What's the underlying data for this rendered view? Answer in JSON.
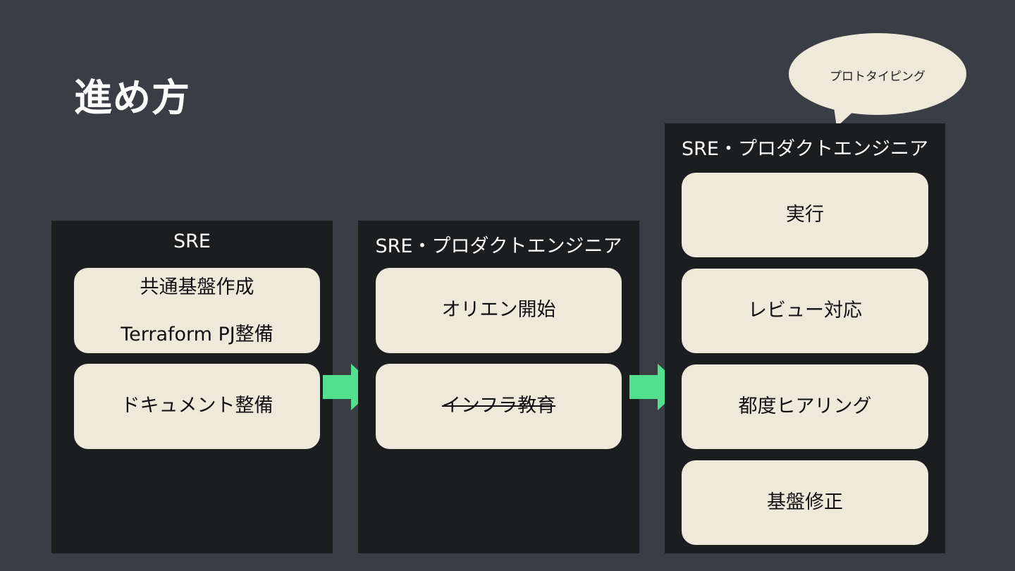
{
  "title": "進め方",
  "bubble": {
    "text": "プロトタイピング"
  },
  "columns": [
    {
      "header": "SRE",
      "cards": [
        {
          "lines": [
            "共通基盤作成",
            "Terraform PJ整備"
          ]
        },
        {
          "lines": [
            "ドキュメント整備"
          ]
        }
      ]
    },
    {
      "header": "SRE・プロダクトエンジニア",
      "cards": [
        {
          "lines": [
            "オリエン開始"
          ]
        },
        {
          "lines": [
            "インフラ教育"
          ],
          "strikethrough": true
        }
      ]
    },
    {
      "header": "SRE・プロダクトエンジニア",
      "cards": [
        {
          "lines": [
            "実行"
          ]
        },
        {
          "lines": [
            "レビュー対応"
          ]
        },
        {
          "lines": [
            "都度ヒアリング"
          ]
        },
        {
          "lines": [
            "基盤修正"
          ]
        }
      ]
    }
  ],
  "colors": {
    "background": "#3a3e44",
    "column": "#1b1d1f",
    "card": "#edeadb",
    "arrow": "#52e08f",
    "bubble": "#edeadb"
  }
}
